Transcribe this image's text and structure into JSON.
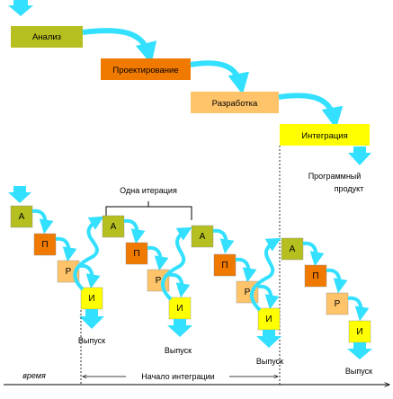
{
  "waterfall": {
    "stages": [
      {
        "label": "Анализ",
        "color": "#b5bf1f"
      },
      {
        "label": "Проектирование",
        "color": "#f07a00"
      },
      {
        "label": "Разработка",
        "color": "#ffc46a"
      },
      {
        "label": "Интеграция",
        "color": "#ffff00"
      }
    ],
    "product_label_line1": "Программный",
    "product_label_line2": "продукт"
  },
  "iterative": {
    "one_iteration_label": "Одна итерация",
    "phase_labels": [
      "А",
      "П",
      "Р",
      "И"
    ],
    "phase_colors": [
      "#b5bf1f",
      "#f07a00",
      "#ffc46a",
      "#ffff00"
    ],
    "release_label": "Выпуск"
  },
  "timeline": {
    "time_label": "время",
    "integration_start_label": "Начало интеграции"
  },
  "colors": {
    "arrow_cyan": "#33e0ff",
    "line": "#000000"
  }
}
